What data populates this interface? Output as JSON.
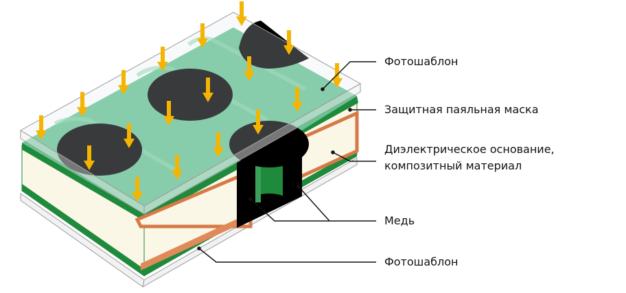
{
  "labels": {
    "photomask_top": "Фотошаблон",
    "solder_mask": "Защитная паяльная маска",
    "dielectric_line1": "Диэлектрическое основание,",
    "dielectric_line2": "композитный материал",
    "copper": "Медь",
    "photomask_bottom": "Фотошаблон"
  },
  "colors": {
    "mask_green": "#5fbf8e",
    "mask_dark": "#1f8a3c",
    "dielectric": "#fbf7e6",
    "copper": "#e08a5a",
    "arrow": "#f5b400",
    "opening": "#000000"
  }
}
